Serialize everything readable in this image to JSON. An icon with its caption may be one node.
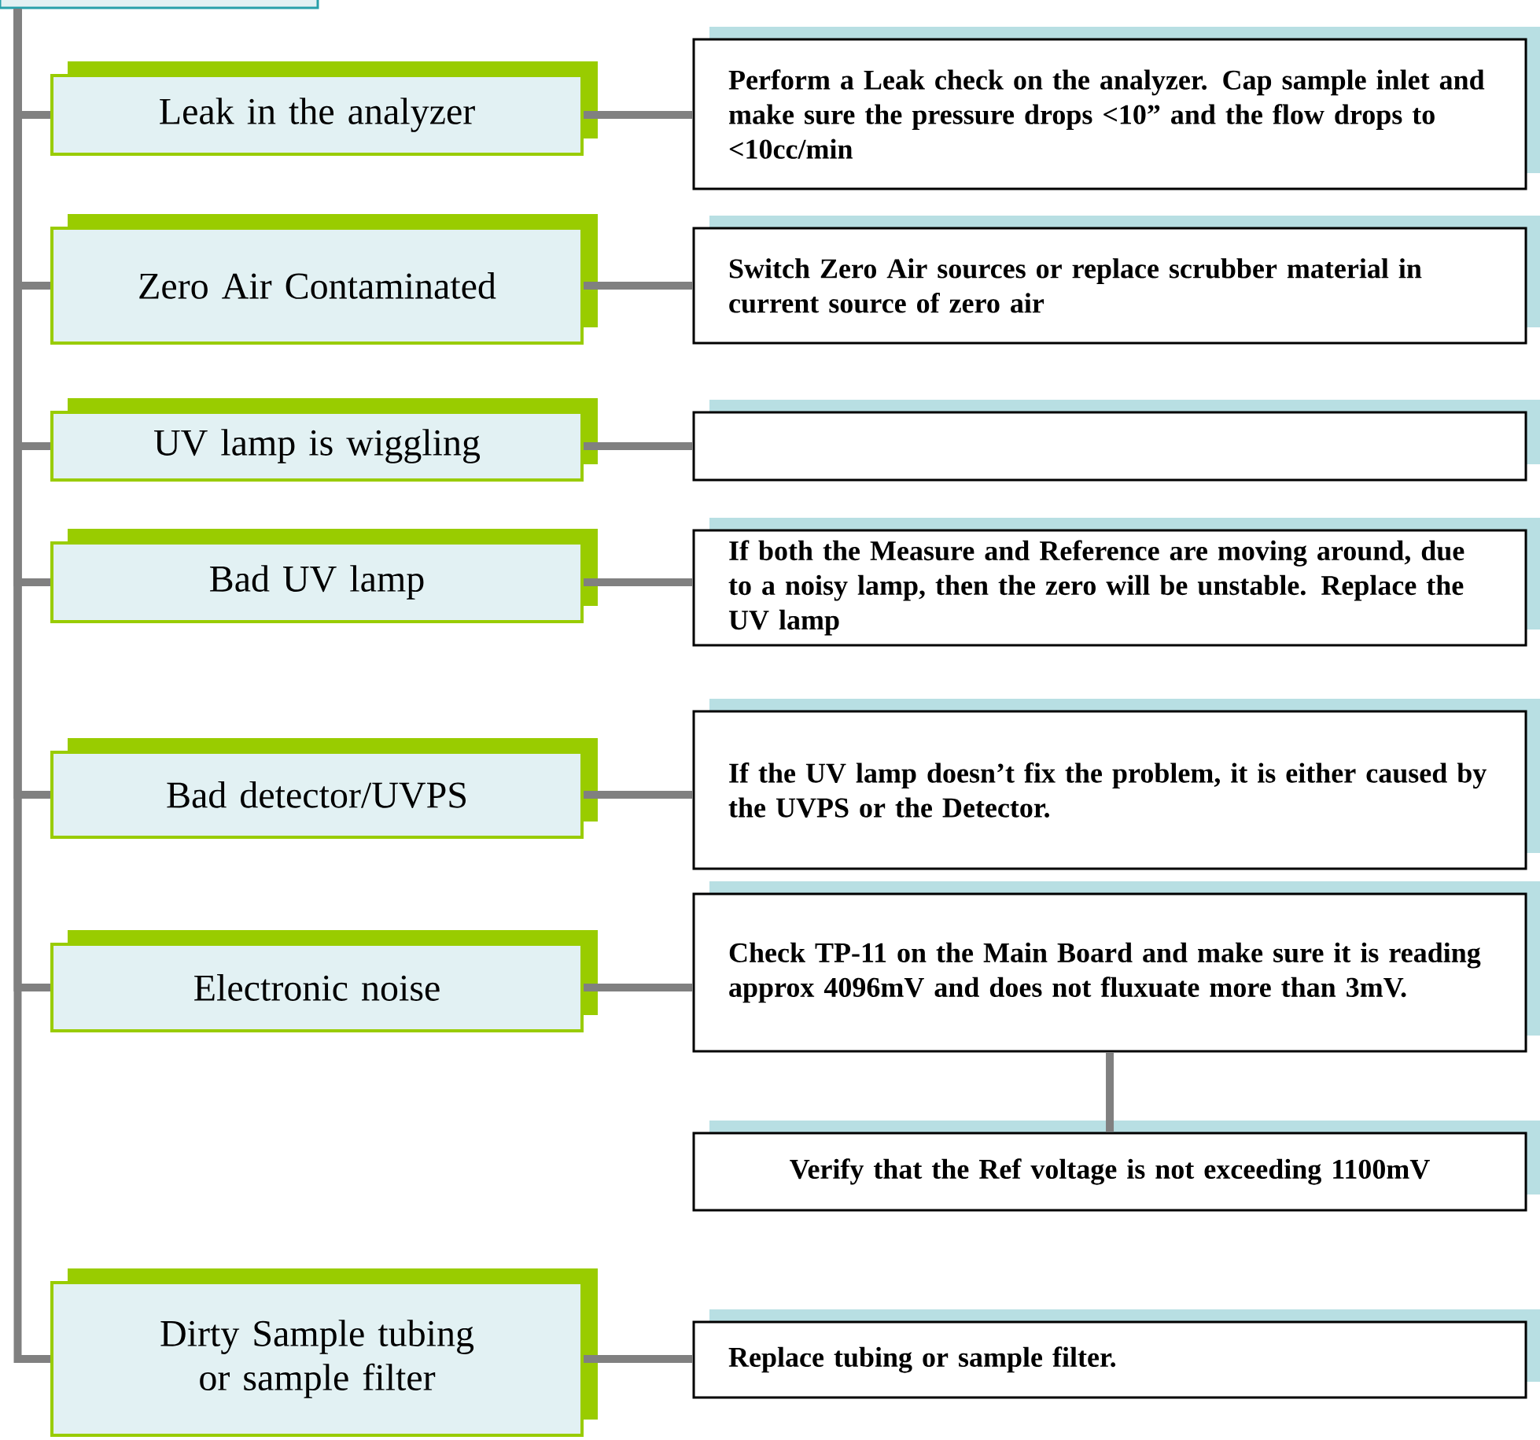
{
  "diagram": {
    "nodes": [
      {
        "text": [],
        "shape": "box"
      },
      {
        "text": [
          "Leak in the analyzer"
        ]
      },
      {
        "text": [
          "Perform a Leak check on the analyzer. Cap sample inlet and make sure the pressure drops <10” and the flow drops to <10cc/min"
        ]
      },
      {
        "text": [
          "Zero Air Contaminated"
        ]
      },
      {
        "text": [
          "Switch Zero Air sources or replace scrubber material in current source of zero air"
        ]
      },
      {
        "text": [
          "UV lamp is wiggling"
        ]
      },
      {
        "text": [],
        "shape": "box"
      },
      {
        "text": [
          "Bad UV lamp"
        ]
      },
      {
        "text": [
          "If both the Measure and Reference are moving around, due to a noisy lamp, then the zero will be unstable. Replace the UV lamp"
        ]
      },
      {
        "text": [
          "Bad detector/UVPS"
        ]
      },
      {
        "text": [
          "If the UV lamp doesn’t fix the problem, it is either caused by the UVPS or the Detector."
        ]
      },
      {
        "text": [
          "Electronic noise"
        ]
      },
      {
        "text": [
          "Check TP-11 on the Main Board and make sure it is reading approx 4096mV and does not fluxuate more than 3mV."
        ]
      },
      {
        "text": [
          "Verify that the Ref voltage is not exceeding 1100mV"
        ]
      },
      {
        "text": [
          "Dirty Sample tubing or sample filter"
        ]
      },
      {
        "text": [
          "Replace tubing or sample filter."
        ]
      }
    ],
    "edges": [
      {
        "from": 0,
        "to": 1,
        "arrow": "none"
      },
      {
        "from": 0,
        "to": 3,
        "arrow": "none"
      },
      {
        "from": 0,
        "to": 5,
        "arrow": "none"
      },
      {
        "from": 0,
        "to": 7,
        "arrow": "none"
      },
      {
        "from": 0,
        "to": 9,
        "arrow": "none"
      },
      {
        "from": 0,
        "to": 11,
        "arrow": "none"
      },
      {
        "from": 0,
        "to": 14,
        "arrow": "none"
      },
      {
        "from": 1,
        "to": 2,
        "arrow": "none"
      },
      {
        "from": 3,
        "to": 4,
        "arrow": "none"
      },
      {
        "from": 5,
        "to": 6,
        "arrow": "none"
      },
      {
        "from": 7,
        "to": 8,
        "arrow": "none"
      },
      {
        "from": 9,
        "to": 10,
        "arrow": "none"
      },
      {
        "from": 11,
        "to": 12,
        "arrow": "none"
      },
      {
        "from": 12,
        "to": 13,
        "arrow": "none"
      },
      {
        "from": 14,
        "to": 15,
        "arrow": "none"
      }
    ]
  }
}
